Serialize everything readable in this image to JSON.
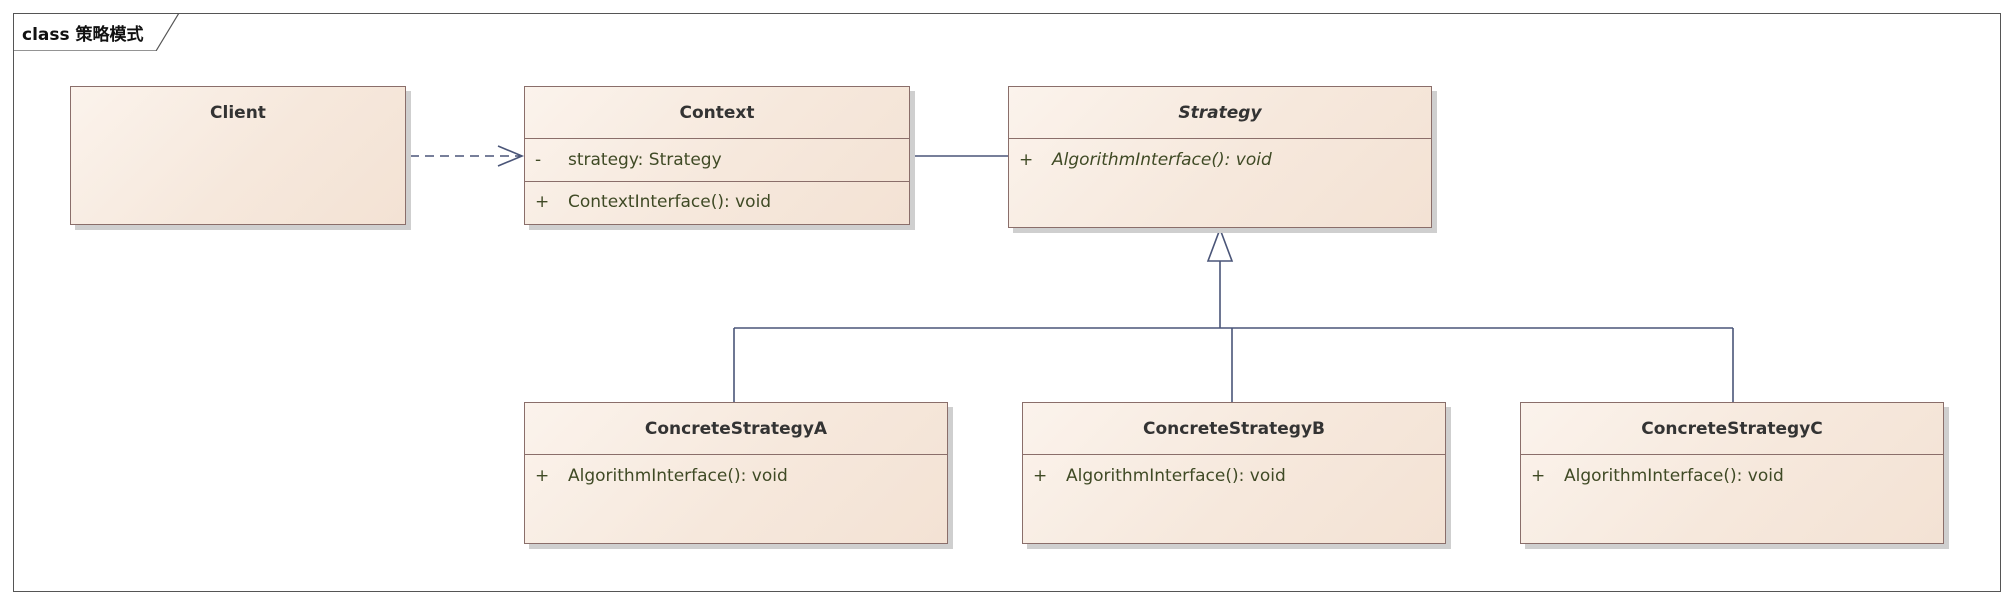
{
  "diagram": {
    "title": "class 策略模式"
  },
  "classes": {
    "client": {
      "name": "Client",
      "attributes": [],
      "operations": []
    },
    "context": {
      "name": "Context",
      "attributes": [
        {
          "visibility": "-",
          "signature": "strategy: Strategy"
        }
      ],
      "operations": [
        {
          "visibility": "+",
          "signature": "ContextInterface(): void"
        }
      ]
    },
    "strategy": {
      "name": "Strategy",
      "abstract": true,
      "operations": [
        {
          "visibility": "+",
          "signature": "AlgorithmInterface(): void",
          "abstract": true
        }
      ]
    },
    "concrete_a": {
      "name": "ConcreteStrategyA",
      "operations": [
        {
          "visibility": "+",
          "signature": "AlgorithmInterface(): void"
        }
      ]
    },
    "concrete_b": {
      "name": "ConcreteStrategyB",
      "operations": [
        {
          "visibility": "+",
          "signature": "AlgorithmInterface(): void"
        }
      ]
    },
    "concrete_c": {
      "name": "ConcreteStrategyC",
      "operations": [
        {
          "visibility": "+",
          "signature": "AlgorithmInterface(): void"
        }
      ]
    }
  },
  "relationships": [
    {
      "type": "dependency",
      "from": "Client",
      "to": "Context"
    },
    {
      "type": "association",
      "from": "Context",
      "to": "Strategy"
    },
    {
      "type": "generalization",
      "from": "ConcreteStrategyA",
      "to": "Strategy"
    },
    {
      "type": "generalization",
      "from": "ConcreteStrategyB",
      "to": "Strategy"
    },
    {
      "type": "generalization",
      "from": "ConcreteStrategyC",
      "to": "Strategy"
    }
  ],
  "colors": {
    "frame_border": "#555555",
    "class_border": "#8a6e6a",
    "class_fill": "#f6e8dc",
    "connector": "#4a5578",
    "member_text": "#3f4a25"
  }
}
